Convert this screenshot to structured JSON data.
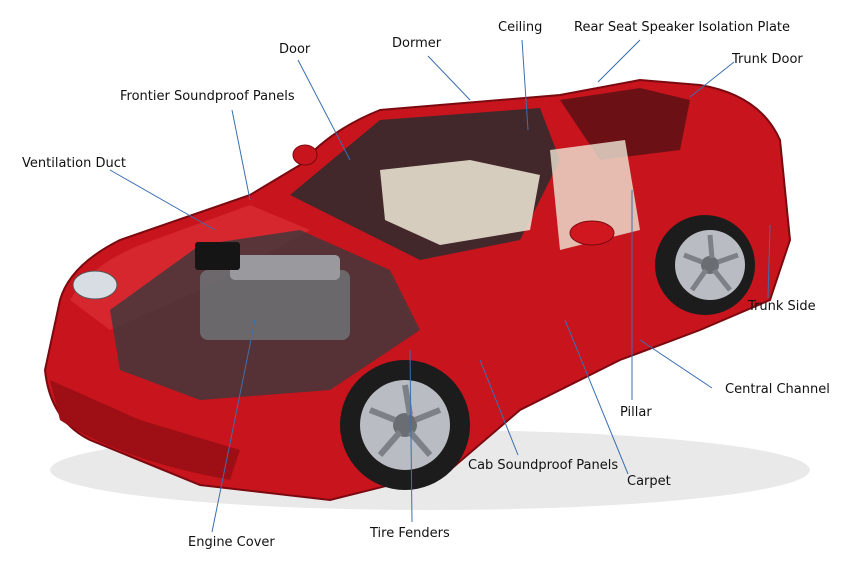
{
  "diagram": {
    "subject": "car-cutaway-illustration",
    "colors": {
      "body": "#c8141c",
      "body_dark": "#7a0a10",
      "leader_line": "#3b6fb0",
      "interior": "#e8dfcf",
      "tire": "#1c1c1c",
      "rim": "#b9bcc2"
    },
    "labels": [
      {
        "id": "door",
        "text": "Door"
      },
      {
        "id": "dormer",
        "text": "Dormer"
      },
      {
        "id": "ceiling",
        "text": "Ceiling"
      },
      {
        "id": "rear-seat-speaker-isolation-plate",
        "text": "Rear Seat Speaker Isolation Plate"
      },
      {
        "id": "trunk-door",
        "text": "Trunk Door"
      },
      {
        "id": "frontier-soundproof-panels",
        "text": "Frontier Soundproof  Panels"
      },
      {
        "id": "ventilation-duct",
        "text": "Ventilation Duct"
      },
      {
        "id": "trunk-side",
        "text": "Trunk Side"
      },
      {
        "id": "central-channel",
        "text": "Central Channel"
      },
      {
        "id": "pillar",
        "text": "Pillar"
      },
      {
        "id": "cab-soundproof-panels",
        "text": "Cab Soundproof  Panels"
      },
      {
        "id": "carpet",
        "text": "Carpet"
      },
      {
        "id": "tire-fenders",
        "text": "Tire Fenders"
      },
      {
        "id": "engine-cover",
        "text": "Engine Cover"
      }
    ]
  }
}
